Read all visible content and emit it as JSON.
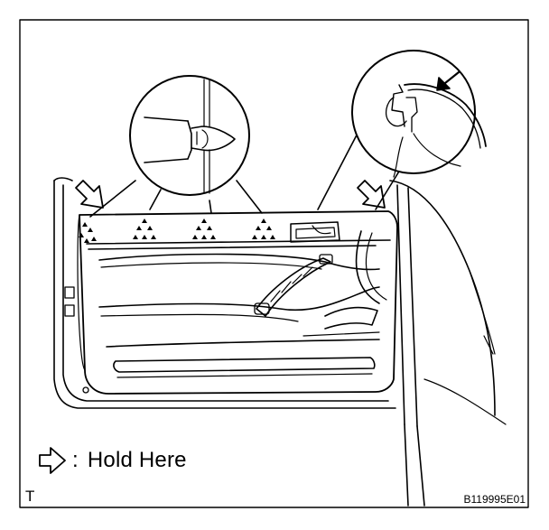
{
  "legend": {
    "separator": ":",
    "label": "Hold Here",
    "icon": "hollow-arrow-icon"
  },
  "corner_mark": "T",
  "figure_code": "B119995E01",
  "colors": {
    "ink": "#000000",
    "paper": "#ffffff"
  }
}
